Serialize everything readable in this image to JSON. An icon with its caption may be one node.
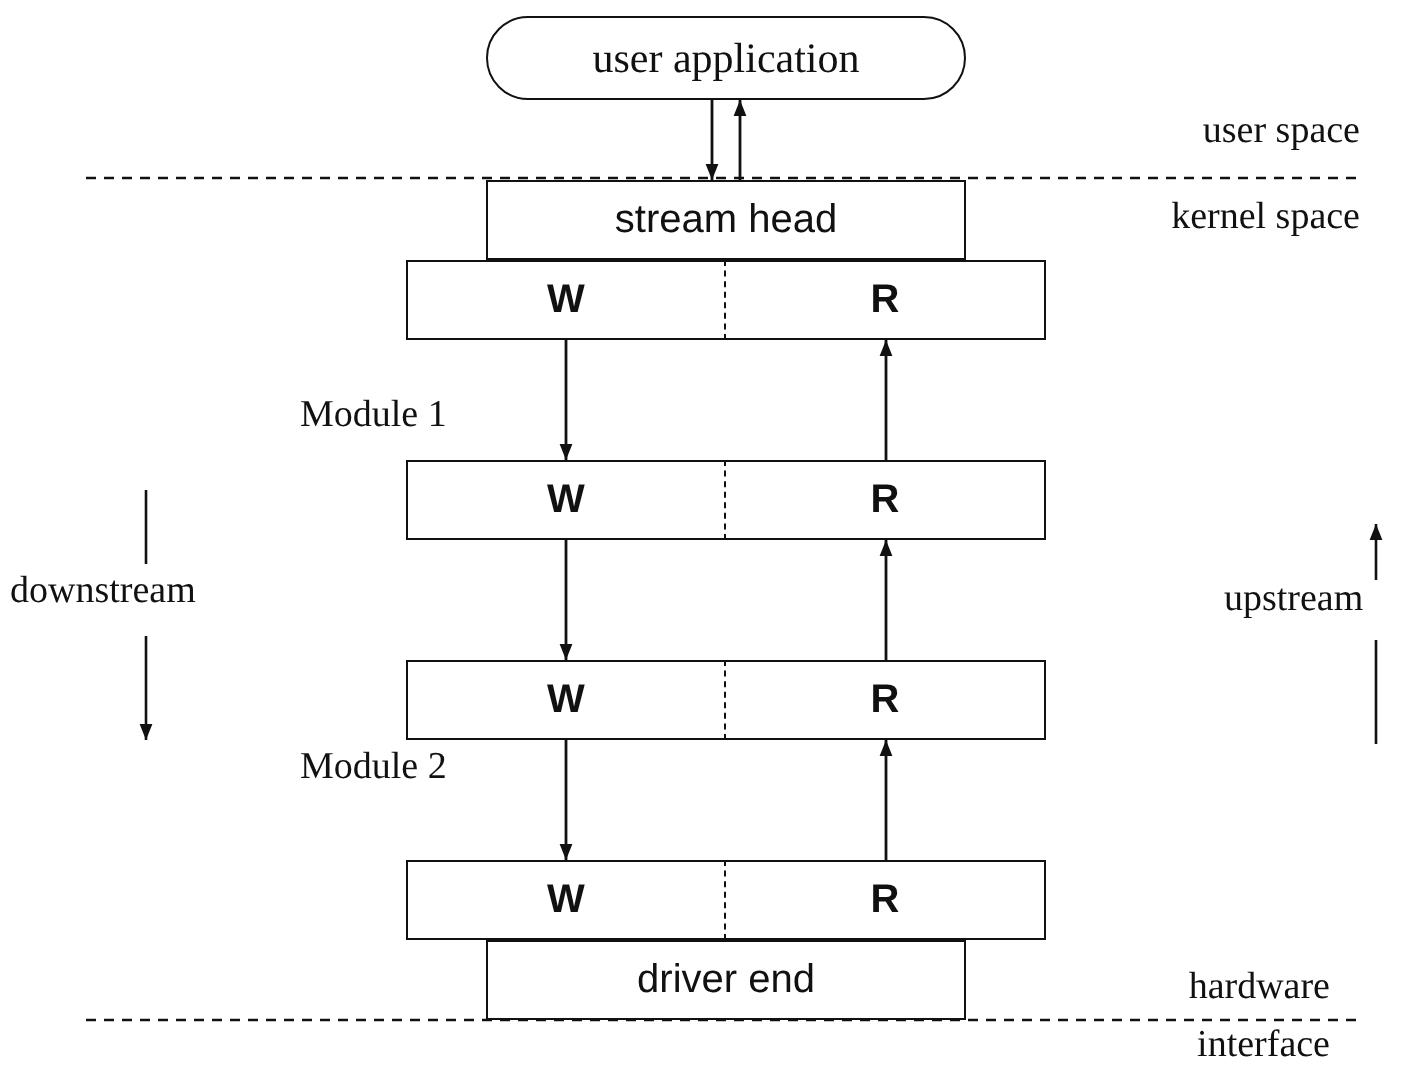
{
  "diagram": {
    "nodes": [
      {
        "text": [
          "user application"
        ]
      },
      {
        "text": [
          "stream head"
        ]
      },
      {
        "text": [
          "W"
        ]
      },
      {
        "text": [
          "R"
        ]
      },
      {
        "text": [
          "W"
        ]
      },
      {
        "text": [
          "R"
        ]
      },
      {
        "text": [
          "W"
        ]
      },
      {
        "text": [
          "R"
        ]
      },
      {
        "text": [
          "W"
        ]
      },
      {
        "text": [
          "R"
        ]
      },
      {
        "text": [
          "driver end"
        ]
      }
    ],
    "edges": [
      {
        "from": 0,
        "to": 1,
        "arrow": "to"
      },
      {
        "from": 1,
        "to": 0,
        "arrow": "to"
      },
      {
        "from": 2,
        "to": 4,
        "arrow": "to"
      },
      {
        "from": 5,
        "to": 3,
        "arrow": "to"
      },
      {
        "from": 4,
        "to": 6,
        "arrow": "to"
      },
      {
        "from": 7,
        "to": 5,
        "arrow": "to"
      },
      {
        "from": 6,
        "to": 8,
        "arrow": "to"
      },
      {
        "from": 9,
        "to": 7,
        "arrow": "to"
      }
    ],
    "labels": [
      "user space",
      "kernel space",
      "Module 1",
      "downstream",
      "upstream",
      "Module 2",
      "hardware",
      "interface"
    ]
  }
}
